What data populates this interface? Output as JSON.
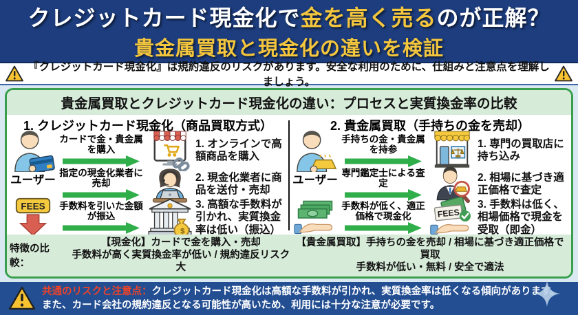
{
  "colors": {
    "header_bg": "#1d3d7e",
    "footer_bg": "#234e92",
    "title_highlight_yellow": "#f3c63d",
    "page_bg": "#d9e8f1",
    "box_border_green": "#38a04c",
    "box_header_green": "#d7ebd9",
    "arrow_green": "#2fae4a",
    "risk_label_red": "#ef4328",
    "warning_triangle_yellow": "#f7c331",
    "fees_arrow_red": "#d95f52"
  },
  "header": {
    "line1_pre": "クレジットカード現金化で",
    "line1_highlight": "金を高く売る",
    "line1_post": "のが正解？",
    "line2": "貴金属買取と現金化の違いを検証"
  },
  "warning_banner": {
    "text": "『クレジットカード現金化』は規約違反のリスクがあります。安全な利用のために、仕組みと注意点を理解しましょう。"
  },
  "comparison_box": {
    "title": "貴金属買取とクレジットカード現金化の違い：プロセスと実質換金率の比較",
    "left": {
      "heading": "1. クレジットカード現金化（商品買取方式）",
      "user_label": "ユーザー",
      "fees_sign": "FEES",
      "money_bag_symbol": "$",
      "steps": [
        {
          "arrow_label": "カードで金・貴金属を購入",
          "result": "1. オンラインで高額商品を購入"
        },
        {
          "arrow_label": "指定の現金化業者に売却",
          "result": "2. 現金化業者に商品を送付・売却"
        },
        {
          "arrow_label": "手数料を引いた金額が振込",
          "result": "3. 高額な手数料が引かれ、実質換金率は低い（振込）"
        }
      ]
    },
    "right": {
      "heading": "2. 貴金属買取（手持ちの金を売却）",
      "user_label": "ユーザー",
      "fees_sign": "FEES",
      "steps": [
        {
          "arrow_label": "手持ちの金・貴金属を持参",
          "result": "1. 専門の買取店に持ち込み"
        },
        {
          "arrow_label": "専門鑑定士による査定",
          "result": "2. 相場に基づき適正価格で査定"
        },
        {
          "arrow_label": "手数料が低く、適正価格で現金化",
          "result": "3. 手数料は低く、相場価格で現金を受取（即金）"
        }
      ]
    },
    "summary": {
      "label": "特徴の比較：",
      "left_line1": "【現金化】カードで金を購入・売却",
      "left_line2": "手数料が高く実質換金率が低い / 規約違反リスク大",
      "right_line1": "【貴金属買取】手持ちの金を売却 / 相場に基づき適正価格で買取",
      "right_line2": "手数料が低い・無料 / 安全で適法"
    }
  },
  "footer": {
    "label": "共通のリスクと注意点：",
    "line1": "クレジットカード現金化は高額な手数料が引かれ、実質換金率は低くなる傾向があります。",
    "line2": "また、カード会社の規約違反となる可能性が高いため、利用には十分な注意が必要です。"
  }
}
